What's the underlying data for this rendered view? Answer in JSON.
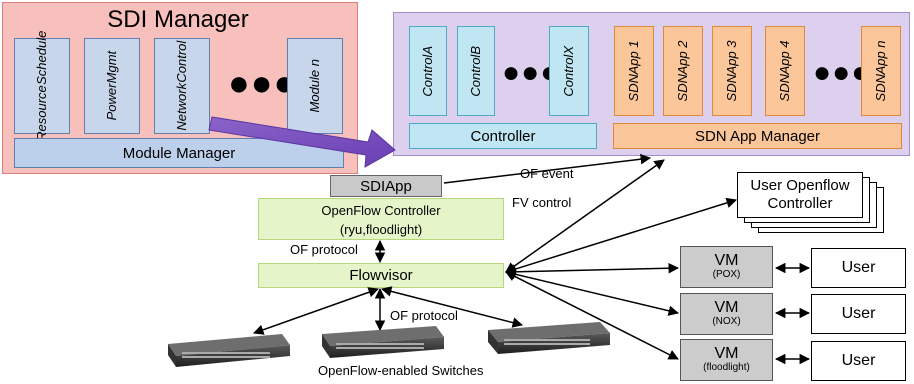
{
  "sdi_manager": {
    "title": "SDI Manager",
    "modules": [
      {
        "l1": "Resource",
        "l2": "Schedule"
      },
      {
        "l1": "Power",
        "l2": "Mgmt"
      },
      {
        "l1": "Network",
        "l2": "Control"
      },
      {
        "l1": "Module n",
        "l2": ""
      }
    ],
    "dots": "●●●",
    "module_manager": "Module Manager"
  },
  "controller_panel": {
    "controls": [
      {
        "l1": "Control",
        "l2": "A"
      },
      {
        "l1": "Control",
        "l2": "B"
      },
      {
        "l1": "Control",
        "l2": "X"
      }
    ],
    "apps": [
      {
        "l1": "SDN",
        "l2": "App 1"
      },
      {
        "l1": "SDN",
        "l2": "App 2"
      },
      {
        "l1": "SDN",
        "l2": "App 3"
      },
      {
        "l1": "SDN",
        "l2": "App 4"
      },
      {
        "l1": "SDN",
        "l2": "App n"
      }
    ],
    "dots": "●●●",
    "controller": "Controller",
    "app_manager": "SDN App Manager"
  },
  "center": {
    "sdiapp": "SDIApp",
    "of_controller_l1": "OpenFlow Controller",
    "of_controller_l2": "(ryu,floodlight)",
    "flowvisor": "Flowvisor"
  },
  "labels": {
    "of_event": "OF event",
    "fv_control": "FV control",
    "of_protocol_top": "OF protocol",
    "of_protocol_bottom": "OF protocol",
    "switches": "OpenFlow-enabled Switches"
  },
  "user_openflow": {
    "l1": "User Openflow",
    "l2": "Controller"
  },
  "vms": [
    {
      "name": "VM",
      "sub": "(POX)"
    },
    {
      "name": "VM",
      "sub": "(NOX)"
    },
    {
      "name": "VM",
      "sub": "(floodlight)"
    }
  ],
  "users": [
    "User",
    "User",
    "User"
  ]
}
